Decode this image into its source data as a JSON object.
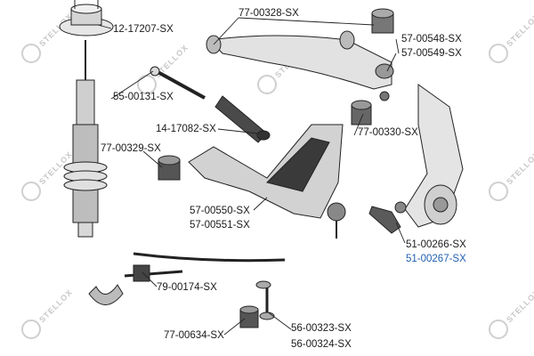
{
  "diagram": {
    "watermark": "STELLOX",
    "highlight_color": "#1f5fb0",
    "part_labels": [
      {
        "id": "p1",
        "text": "12-17207-SX"
      },
      {
        "id": "p2",
        "text": "77-00328-SX"
      },
      {
        "id": "p3",
        "text": "57-00548-SX"
      },
      {
        "id": "p4",
        "text": "57-00549-SX"
      },
      {
        "id": "p5",
        "text": "55-00131-SX"
      },
      {
        "id": "p6",
        "text": "14-17082-SX"
      },
      {
        "id": "p7",
        "text": "77-00330-SX"
      },
      {
        "id": "p8",
        "text": "77-00329-SX"
      },
      {
        "id": "p9",
        "text": "57-00550-SX"
      },
      {
        "id": "p10",
        "text": "57-00551-SX"
      },
      {
        "id": "p11",
        "text": "51-00266-SX"
      },
      {
        "id": "p12",
        "text": "51-00267-SX",
        "highlight": true
      },
      {
        "id": "p13",
        "text": "79-00174-SX"
      },
      {
        "id": "p14",
        "text": "77-00634-SX"
      },
      {
        "id": "p15",
        "text": "56-00323-SX"
      },
      {
        "id": "p16",
        "text": "56-00324-SX"
      }
    ]
  }
}
